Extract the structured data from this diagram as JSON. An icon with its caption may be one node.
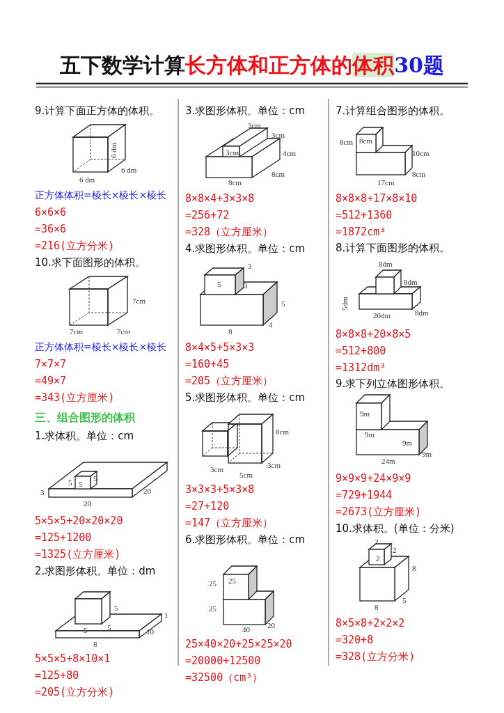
{
  "diagram": {
    "title": "五下数学计算长方体和正方体的体积30题",
    "labels": [
      "9.计算下面正方体的体积。",
      "6 dm",
      "6 dm",
      "6 dm",
      "正方体体积=棱长×棱长×棱长",
      "6×6×6",
      "=36×6",
      "=216(立方分米)",
      "10.求下面图形的体积。",
      "7cm",
      "7cm",
      "7cm",
      "正方体体积=棱长×棱长×棱长",
      "7×7×7",
      "=49×7",
      "=343(立方厘米)",
      "三、组合图形的体积",
      "1.求体积。单位：cm",
      "5",
      "5",
      "5",
      "3",
      "20",
      "20",
      "5×5×5+20×20×20",
      "=125+1200",
      "=1325(立方厘米)",
      "2.求图形体积。单位：dm",
      "5",
      "1",
      "5",
      "5",
      "10",
      "8",
      "5×5×5+8×10×1",
      "=125+80",
      "=205(立方分米)",
      "3.求图形体积。单位：cm",
      "3cm",
      "3cm",
      "3cm",
      "4cm",
      "8cm",
      "8cm",
      "8×8×4+3×3×8",
      "=256+72",
      "=328（立方厘米）",
      "4.求图形体积。单位：cm",
      "3",
      "5",
      "3",
      "5",
      "4",
      "8",
      "8×4×5+5×3×3",
      "=160+45",
      "=205（立方厘米）",
      "5.求图形体积。单位：cm",
      "8cm",
      "3cm",
      "3cm",
      "5cm",
      "3×3×3+5×3×8",
      "=27+120",
      "=147（立方厘米）",
      "6.求图形体积。单位：cm",
      "25",
      "25",
      "25",
      "20",
      "40",
      "25×40×20+25×25×20",
      "=20000+12500",
      "=32500（cm³）",
      "7.计算组合图形的体积。",
      "8cm",
      "8cm",
      "10cm",
      "8cm",
      "17cm",
      "8×8×8+17×8×10",
      "=512+1360",
      "=1872cm³",
      "8.计算下面图形的体积。",
      "8dm",
      "8dm",
      "5dm",
      "20dm",
      "8dm",
      "8×8×8+20×8×5",
      "=512+800",
      "=1312dm³",
      "9.求下列立体图形体积。",
      "9m",
      "9m",
      "9m",
      "9m",
      "24m",
      "9×9×9+24×9×9",
      "=729+1944",
      "=2673(立方厘米)",
      "10.求体积。(单位：分米)",
      "2",
      "2",
      "2",
      "8",
      "5",
      "8",
      "8×5×8+2×2×2",
      "=320+8",
      "=328(立方分米)"
    ]
  }
}
